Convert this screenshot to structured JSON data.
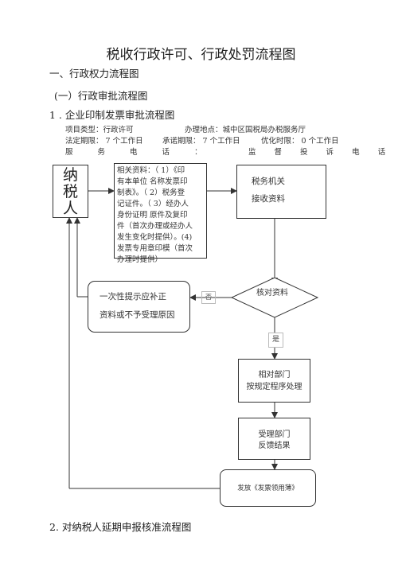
{
  "title": "税收行政许可、行政处罚流程图",
  "section1": "一、行政权力流程图",
  "section1_sub": "(一）行政审批流程图",
  "item1": "1 . 企业印制发票审批流程图",
  "meta": {
    "type_label": "项目类型：行政许可",
    "location_label": "办理地点：城中区国税局办税服务厅",
    "legal_period": "法定期限： 7 个工作日",
    "promised_period": "承诺期限： 7 个工作日",
    "optimized_period": "优化时限： 0 个工作日",
    "service_phone": "服 务 电 话 ：",
    "supervise_phone": "监 督 投 诉 电 话 ："
  },
  "flow": {
    "taxpayer": "纳税人",
    "materials": [
      "相关资料：（ 1）《印",
      "有本单位  名称发票印",
      "制表》。（ 2）税务登",
      "记证件。（ 3）经办人",
      "身份证明  原件及复印",
      "件（首次办理或经办人",
      "发生变化时提供）。(4)",
      "发票专用章印模（首次",
      "办理时提供）"
    ],
    "receive": [
      "税务机关",
      "接收资料"
    ],
    "check": "核对资料",
    "no_label": "否",
    "yes_label": "是",
    "notice": [
      "一次性提示应补正",
      "资料或不予受理原因"
    ],
    "process": [
      "相对部门",
      "按规定程序处理"
    ],
    "feedback": [
      "受理部门",
      "反馈结果"
    ],
    "issue": "发放《发票领用薄》"
  },
  "item2": "2. 对纳税人延期申报核准流程图"
}
